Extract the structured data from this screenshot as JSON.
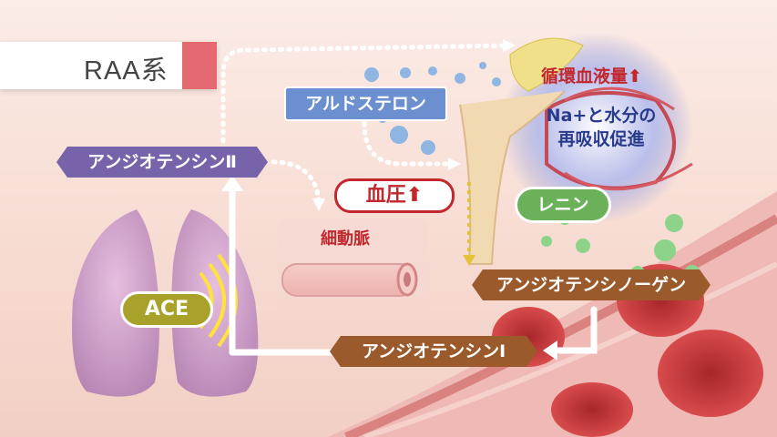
{
  "title": "RAA系",
  "labels": {
    "angiotensin2": "アンジオテンシンⅡ",
    "aldosterone": "アルドステロン",
    "blood_pressure": "血圧",
    "arteriole": "細動脈",
    "ace": "ACE",
    "circulating_volume": "循環血液量",
    "na_water_line1": "Na+と水分の",
    "na_water_line2": "再吸収促進",
    "renin": "レニン",
    "angiotensinogen": "アンジオテンシノーゲン",
    "angiotensin1": "アンジオテンシンⅠ"
  },
  "colors": {
    "purple_tag": "#7663a9",
    "brown_tag": "#9a5a2c",
    "blue_tag": "#6b8fcf",
    "olive_tag": "#a9a22a",
    "green_tag": "#6bb15a",
    "red_accent": "#c1272d",
    "title_accent": "#e46a72"
  },
  "indicators": {
    "blood_pressure": "up-arrow-icon",
    "circulating_volume": "up-arrow-icon"
  }
}
